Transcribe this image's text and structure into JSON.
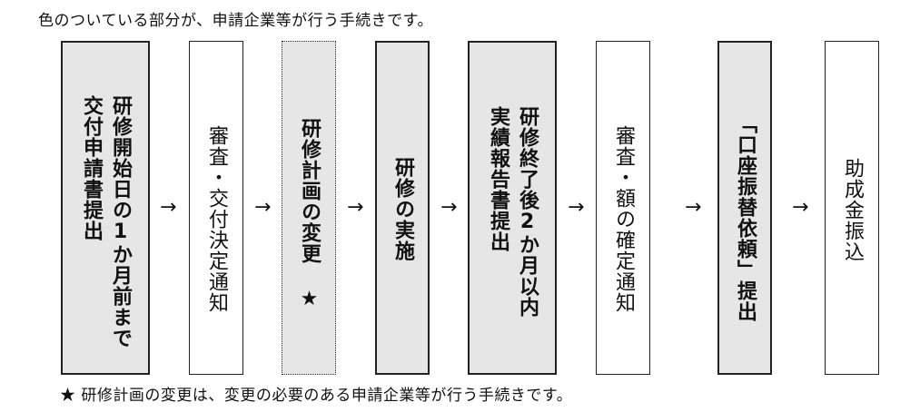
{
  "caption_top": "色のついている部分が、申請企業等が行う手続きです。",
  "caption_bottom": "★ 研修計画の変更は、変更の必要のある申請企業等が行う手続きです。",
  "arrow_glyph": "→",
  "steps": [
    {
      "lines": [
        "研修開始日の1か月前まで",
        "交付申請書提出"
      ]
    },
    {
      "lines": [
        "審査・交付決定通知"
      ]
    },
    {
      "lines": [
        "研修計画の変更 ★"
      ]
    },
    {
      "lines": [
        "研修の実施"
      ]
    },
    {
      "lines": [
        "研修終了後2か月以内",
        "実績報告書提出"
      ]
    },
    {
      "lines": [
        "審査・額の確定通知"
      ]
    },
    {
      "lines": [
        "「口座振替依頼」提出"
      ]
    },
    {
      "lines": [
        "助成金振込"
      ]
    }
  ]
}
